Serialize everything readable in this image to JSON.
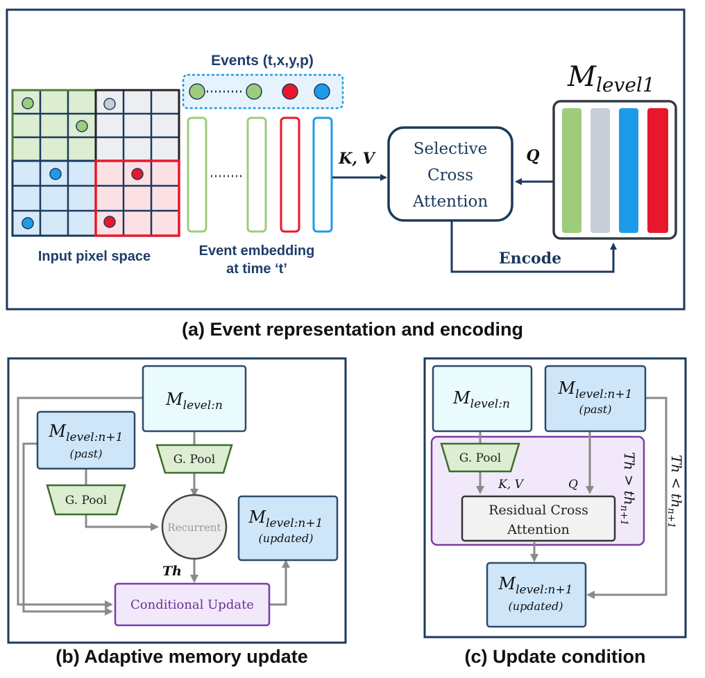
{
  "panel_a": {
    "events_label": "Events (t,x,y,p)",
    "input_label": "Input pixel space",
    "embed_label_line1": "Event embedding",
    "embed_label_line2": "at time ‘t’",
    "kv_label": "K, V",
    "q_label": "Q",
    "sca_line1": "Selective",
    "sca_line2": "Cross",
    "sca_line3": "Attention",
    "memory_label_main": "M",
    "memory_label_sub": "level1",
    "encode_label": "Encode",
    "caption": "(a) Event representation and encoding",
    "colors": {
      "green": "#9ccc7c",
      "gray": "#c7ced8",
      "blue": "#1e9be8",
      "red": "#e8172b",
      "navy": "#1b3a5c"
    }
  },
  "panel_b": {
    "m_level_n_main": "M",
    "m_level_n_sub": "level:n",
    "m_past_main": "M",
    "m_past_sub": "level:n+1",
    "m_past_note": "(past)",
    "gpool_1": "G. Pool",
    "gpool_2": "G. Pool",
    "recurrent": "Recurrent",
    "th_label": "Th",
    "m_updated_main": "M",
    "m_updated_sub": "level:n+1",
    "m_updated_note": "(updated)",
    "conditional_update": "Conditional Update",
    "caption": "(b) Adaptive memory update"
  },
  "panel_c": {
    "m_level_n_main": "M",
    "m_level_n_sub": "level:n",
    "m_past_main": "M",
    "m_past_sub": "level:n+1",
    "m_past_note": "(past)",
    "gpool": "G. Pool",
    "kv_label": "K, V",
    "q_label": "Q",
    "rca_line1": "Residual Cross",
    "rca_line2": "Attention",
    "th_gt": "Th > th",
    "th_gt_sub": "n+1",
    "th_lt": "Th < th",
    "th_lt_sub": "n+1",
    "m_updated_main": "M",
    "m_updated_sub": "level:n+1",
    "m_updated_note": "(updated)",
    "caption": "(c) Update condition"
  }
}
